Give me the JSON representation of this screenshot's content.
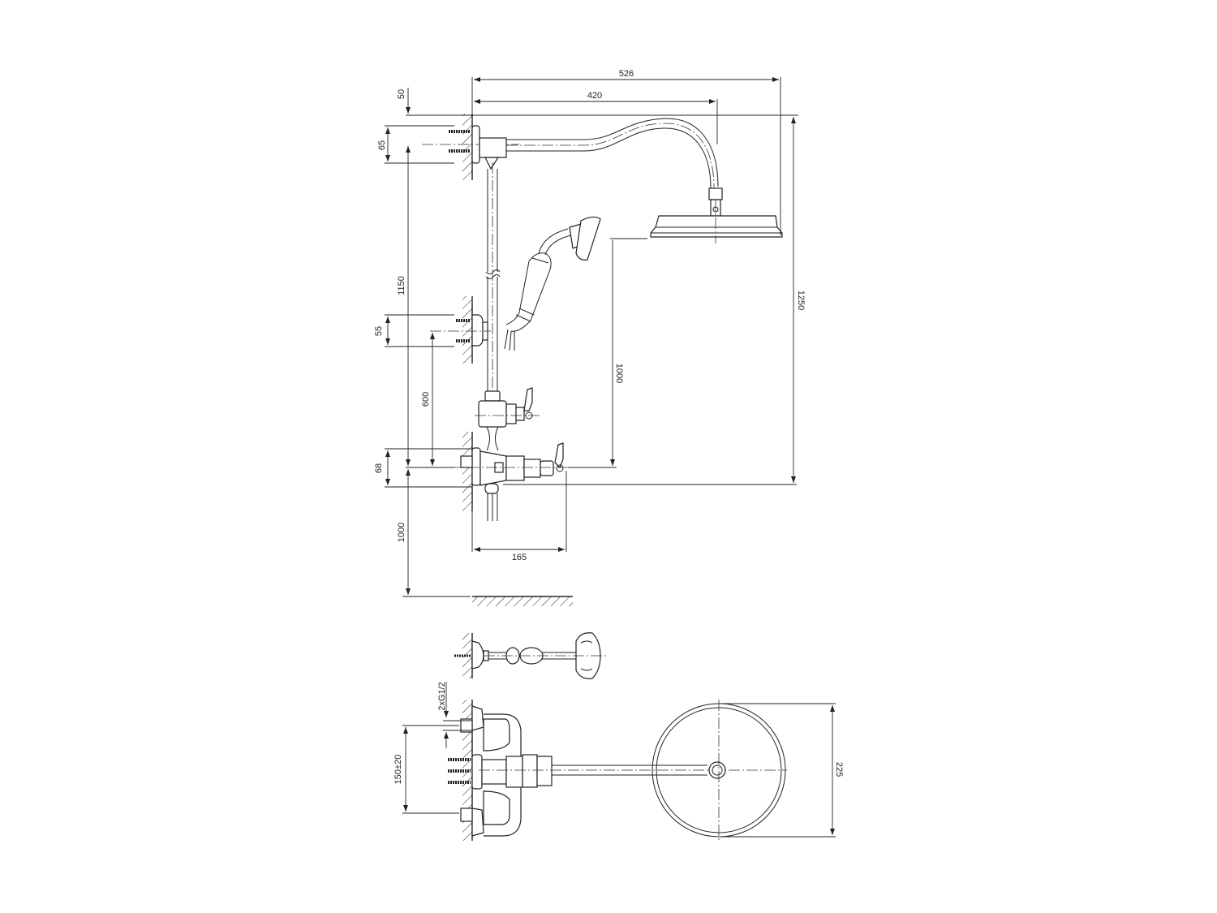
{
  "drawing": {
    "title": "Shower column technical drawing",
    "units": "mm",
    "background": "#ffffff",
    "line_color": "#222222"
  },
  "dimensions": {
    "side_view": {
      "d526": "526",
      "d420": "420",
      "d50": "50",
      "d65": "65",
      "d1150": "1150",
      "d55": "55",
      "d600": "600",
      "d68": "68",
      "d1000_floor": "1000",
      "d165": "165",
      "d1000_handshower": "1000",
      "d1250": "1250"
    },
    "top_view": {
      "thread": "2xG1/2",
      "d150": "150±20",
      "d225": "225"
    }
  },
  "views": [
    {
      "name": "side-elevation"
    },
    {
      "name": "hand-shower-holder-top-view"
    },
    {
      "name": "plan-view"
    }
  ]
}
